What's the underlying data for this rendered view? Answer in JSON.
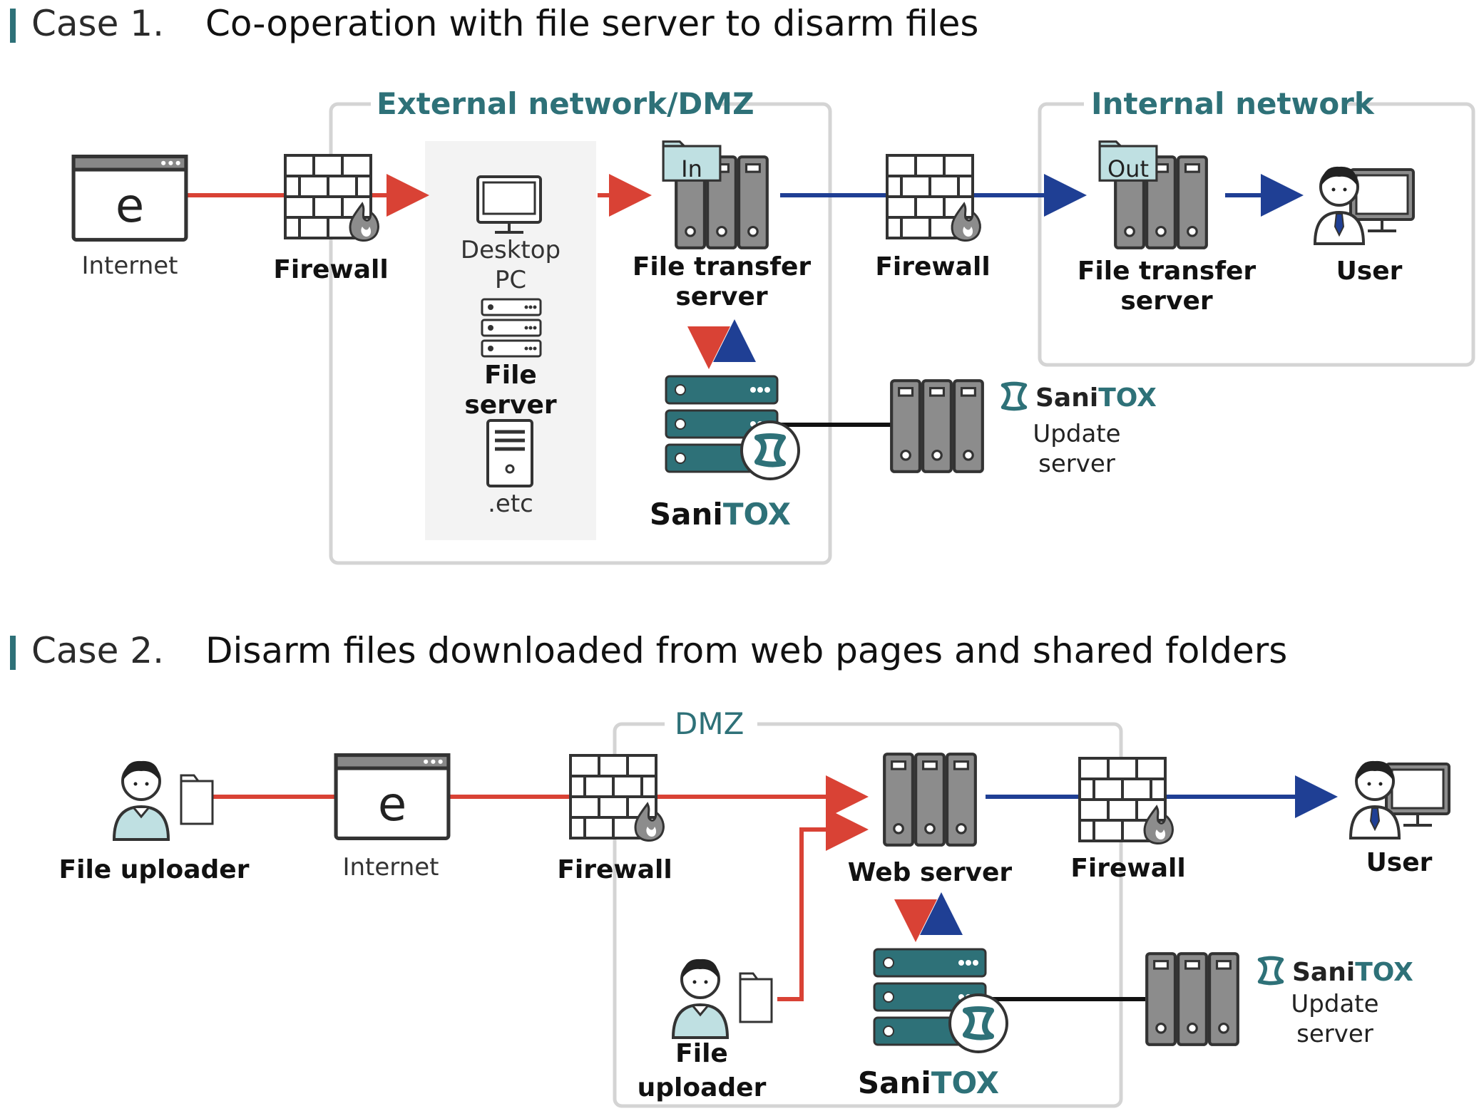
{
  "case1": {
    "case_label": "Case 1.",
    "title": "Co-operation with file server to disarm files",
    "zone_external": "External network/DMZ",
    "zone_internal": "Internal network",
    "internet": "Internet",
    "firewall_1": "Firewall",
    "desktop_pc_line1": "Desktop",
    "desktop_pc_line2": "PC",
    "file_server_line1": "File",
    "file_server_line2": "server",
    "etc": ".etc",
    "transfer_in_tag": "In",
    "transfer_in_line1": "File transfer",
    "transfer_in_line2": "server",
    "firewall_2": "Firewall",
    "transfer_out_tag": "Out",
    "transfer_out_line1": "File transfer",
    "transfer_out_line2": "server",
    "user": "User",
    "sanitox_brand_a": "Sani",
    "sanitox_brand_b": "TOX",
    "update_brand_a": "Sani",
    "update_brand_b": "TOX",
    "update_line1": "Update",
    "update_line2": "server"
  },
  "case2": {
    "case_label": "Case 2.",
    "title": "Disarm files downloaded from web pages and shared folders",
    "zone_dmz": "DMZ",
    "file_uploader": "File uploader",
    "internet": "Internet",
    "firewall_1": "Firewall",
    "web_server": "Web server",
    "firewall_2": "Firewall",
    "user": "User",
    "file_uploader2_line1": "File",
    "file_uploader2_line2": "uploader",
    "sanitox_brand_a": "Sani",
    "sanitox_brand_b": "TOX",
    "update_brand_a": "Sani",
    "update_brand_b": "TOX",
    "update_line1": "Update",
    "update_line2": "server"
  },
  "colors": {
    "red_arrow": "#d94235",
    "blue_arrow": "#1f3f94",
    "teal": "#2e7178",
    "server_gray": "#8c8c8c",
    "zone_border": "#d4d4d4"
  }
}
